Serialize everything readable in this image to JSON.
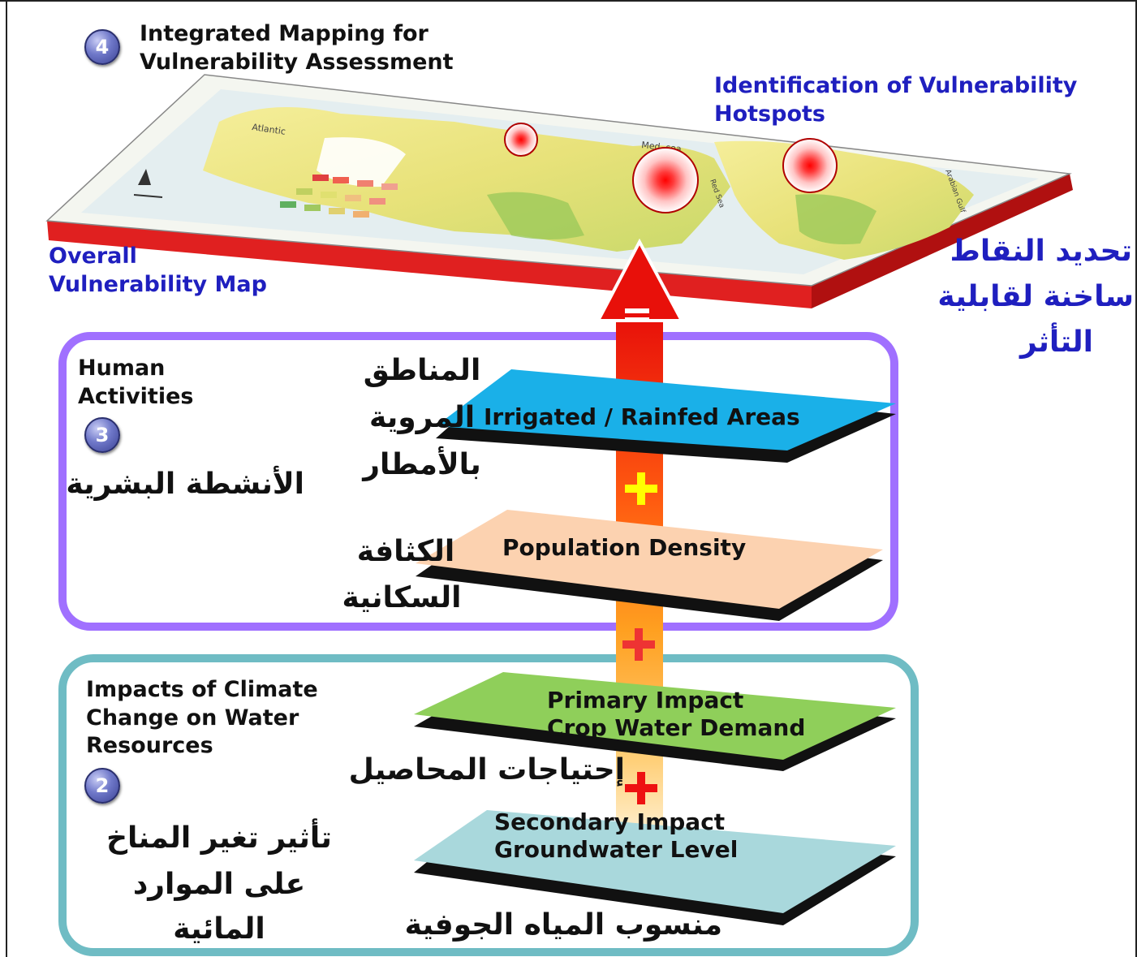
{
  "step4": {
    "number": "4",
    "title_line1": "Integrated Mapping for",
    "title_line2": "Vulnerability Assessment"
  },
  "hotspots": {
    "label_en_line1": "Identification of Vulnerability",
    "label_en_line2": "Hotspots",
    "label_ar_line1": "تحديد النقاط",
    "label_ar_line2": "ساخنة لقابلية",
    "label_ar_line3": "التأثر"
  },
  "overall_map": {
    "label_line1": "Overall",
    "label_line2": "Vulnerability Map",
    "map_text": {
      "atlantic": "Atlantic",
      "med_sea": "Med. sea",
      "red_sea": "Red Sea",
      "gulf": "Arabian Gulf"
    }
  },
  "operators": {
    "equals": "=",
    "plus_yellow": "+",
    "plus_red_1": "+",
    "plus_red_2": "+"
  },
  "step3": {
    "number": "3",
    "title_line1": "Human",
    "title_line2": "Activities",
    "arabic": "الأنشطة البشرية"
  },
  "step2": {
    "number": "2",
    "title_line1": "Impacts of Climate",
    "title_line2": "Change on Water",
    "title_line3": "Resources",
    "arabic_line1": "تأثير تغير المناخ",
    "arabic_line2": "على الموارد",
    "arabic_line3": "المائية"
  },
  "layers": {
    "irrigated": {
      "label": "Irrigated / Rainfed Areas",
      "arabic_line1": "المناطق",
      "arabic_line2": "المروية",
      "arabic_line3": "بالأمطار"
    },
    "population": {
      "label": "Population Density",
      "arabic_line1": "الكثافة",
      "arabic_line2": "السكانية"
    },
    "primary": {
      "label_line1": "Primary Impact",
      "label_line2": "Crop Water Demand",
      "arabic": "إحتياجات المحاصيل"
    },
    "secondary": {
      "label_line1": "Secondary Impact",
      "label_line2": "Groundwater Level",
      "arabic": "منسوب المياه الجوفية"
    }
  },
  "colors": {
    "purple_border": "#a070ff",
    "teal_border": "#6fbcc4",
    "irrigated_fill": "#1ab0e8",
    "population_fill": "#fcd2b0",
    "primary_fill": "#8fcf5a",
    "secondary_fill": "#a9d8dc",
    "hotspot_red": "#ff0000",
    "blue_text": "#1f1fbf"
  }
}
